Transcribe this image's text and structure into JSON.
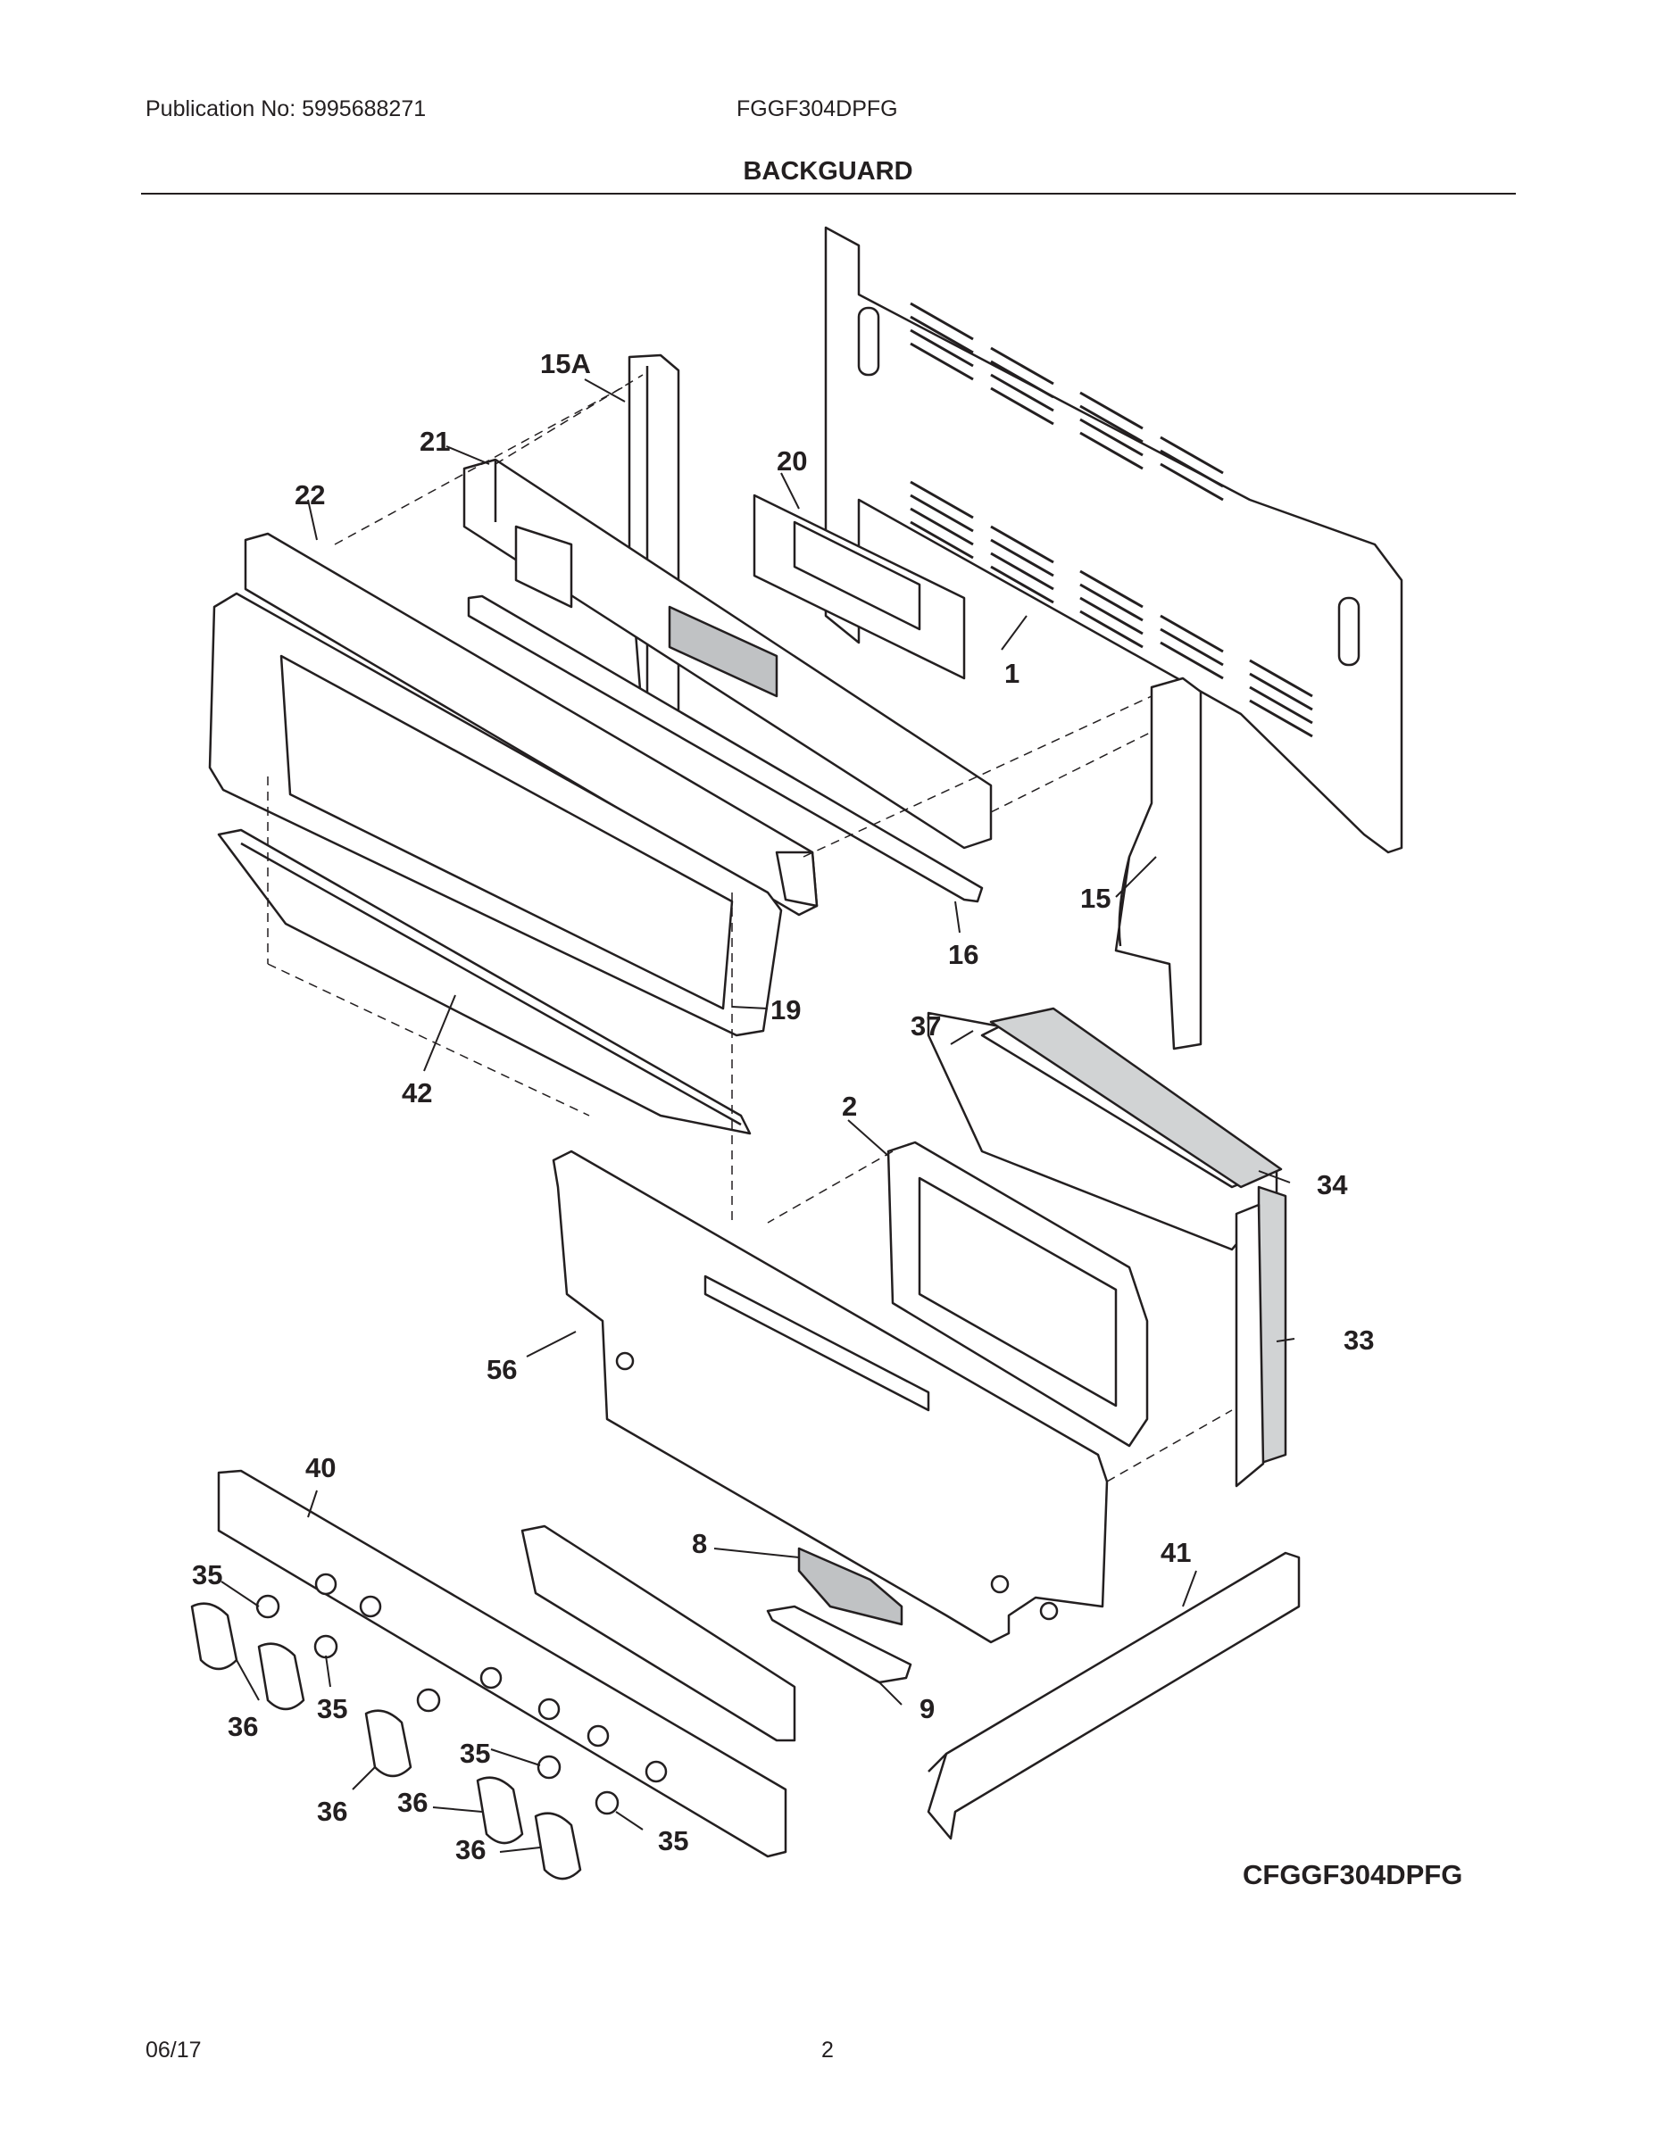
{
  "header": {
    "publication": "Publication No: 5995688271",
    "model": "FGGF304DPFG",
    "section_title": "BACKGUARD"
  },
  "diagram": {
    "callouts": [
      "1",
      "2",
      "8",
      "9",
      "15",
      "15A",
      "16",
      "19",
      "20",
      "21",
      "22",
      "33",
      "34",
      "35",
      "36",
      "37",
      "40",
      "41",
      "42",
      "56"
    ],
    "labels": {
      "l1": "1",
      "l2": "2",
      "l8": "8",
      "l9": "9",
      "l15": "15",
      "l15a": "15A",
      "l16": "16",
      "l19": "19",
      "l20": "20",
      "l21": "21",
      "l22": "22",
      "l33": "33",
      "l34": "34",
      "l35a": "35",
      "l35b": "35",
      "l35c": "35",
      "l35d": "35",
      "l36a": "36",
      "l36b": "36",
      "l36c": "36",
      "l36d": "36",
      "l37": "37",
      "l40": "40",
      "l41": "41",
      "l42": "42",
      "l56": "56"
    },
    "diagram_code": "CFGGF304DPFG"
  },
  "footer": {
    "date": "06/17",
    "page_number": "2"
  }
}
